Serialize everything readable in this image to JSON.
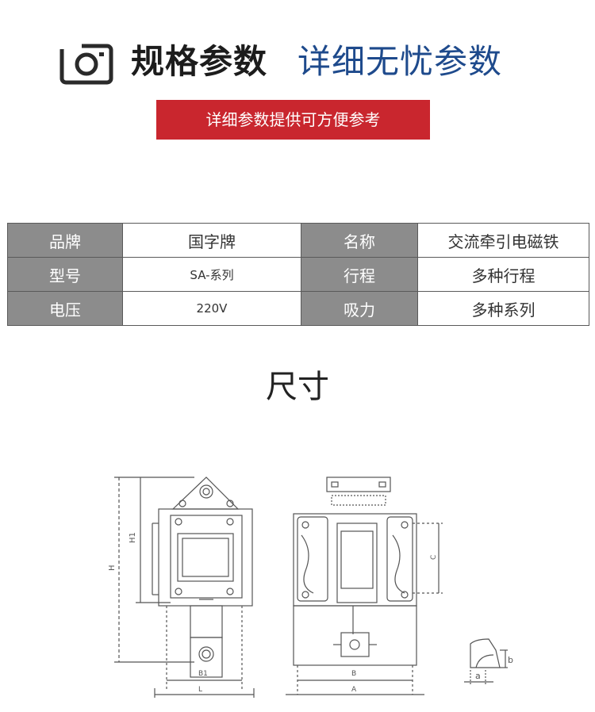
{
  "header": {
    "title_dark": "规格参数",
    "title_blue": "详细无忧参数",
    "icon": "camera-icon"
  },
  "banner": {
    "text": "详细参数提供可方便参考"
  },
  "spec_table": {
    "rows": [
      {
        "k1": "品牌",
        "v1": "国字牌",
        "k2": "名称",
        "v2": "交流牵引电磁铁"
      },
      {
        "k1": "型号",
        "v1": "SA-系列",
        "k2": "行程",
        "v2": "多种行程"
      },
      {
        "k1": "电压",
        "v1": "220V",
        "k2": "吸力",
        "v2": "多种系列"
      }
    ]
  },
  "dimensions": {
    "title": "尺寸",
    "labels": {
      "H": "H",
      "H1": "H1",
      "B1": "B1",
      "L": "L",
      "B": "B",
      "A": "A",
      "C": "C",
      "a": "a",
      "b": "b"
    }
  },
  "colors": {
    "banner": "#c9262e",
    "title_blue": "#1e4a8c",
    "table_key_bg": "#8c8c8c"
  }
}
